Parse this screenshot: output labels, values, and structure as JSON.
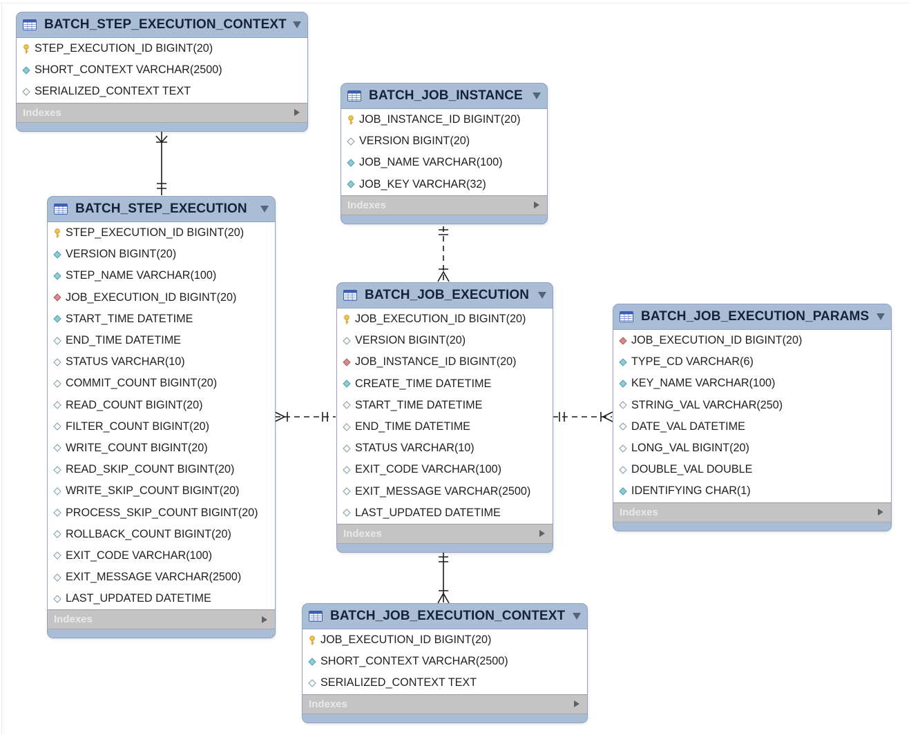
{
  "diagram": {
    "tables": [
      {
        "key": "bsec",
        "name": "BATCH_STEP_EXECUTION_CONTEXT",
        "columns": [
          {
            "label": "STEP_EXECUTION_ID BIGINT(20)",
            "kind": "pk"
          },
          {
            "label": "SHORT_CONTEXT VARCHAR(2500)",
            "kind": "nn"
          },
          {
            "label": "SERIALIZED_CONTEXT TEXT",
            "kind": "col"
          }
        ],
        "indexes_label": "Indexes"
      },
      {
        "key": "bji",
        "name": "BATCH_JOB_INSTANCE",
        "columns": [
          {
            "label": "JOB_INSTANCE_ID BIGINT(20)",
            "kind": "pk"
          },
          {
            "label": "VERSION BIGINT(20)",
            "kind": "col"
          },
          {
            "label": "JOB_NAME VARCHAR(100)",
            "kind": "nn"
          },
          {
            "label": "JOB_KEY VARCHAR(32)",
            "kind": "nn"
          }
        ],
        "indexes_label": "Indexes"
      },
      {
        "key": "bse",
        "name": "BATCH_STEP_EXECUTION",
        "columns": [
          {
            "label": "STEP_EXECUTION_ID BIGINT(20)",
            "kind": "pk"
          },
          {
            "label": "VERSION BIGINT(20)",
            "kind": "nn"
          },
          {
            "label": "STEP_NAME VARCHAR(100)",
            "kind": "nn"
          },
          {
            "label": "JOB_EXECUTION_ID BIGINT(20)",
            "kind": "fk"
          },
          {
            "label": "START_TIME DATETIME",
            "kind": "nn"
          },
          {
            "label": "END_TIME DATETIME",
            "kind": "col"
          },
          {
            "label": "STATUS VARCHAR(10)",
            "kind": "col"
          },
          {
            "label": "COMMIT_COUNT BIGINT(20)",
            "kind": "col"
          },
          {
            "label": "READ_COUNT BIGINT(20)",
            "kind": "col"
          },
          {
            "label": "FILTER_COUNT BIGINT(20)",
            "kind": "col"
          },
          {
            "label": "WRITE_COUNT BIGINT(20)",
            "kind": "col"
          },
          {
            "label": "READ_SKIP_COUNT BIGINT(20)",
            "kind": "col"
          },
          {
            "label": "WRITE_SKIP_COUNT BIGINT(20)",
            "kind": "col"
          },
          {
            "label": "PROCESS_SKIP_COUNT BIGINT(20)",
            "kind": "col"
          },
          {
            "label": "ROLLBACK_COUNT BIGINT(20)",
            "kind": "col"
          },
          {
            "label": "EXIT_CODE VARCHAR(100)",
            "kind": "col"
          },
          {
            "label": "EXIT_MESSAGE VARCHAR(2500)",
            "kind": "col"
          },
          {
            "label": "LAST_UPDATED DATETIME",
            "kind": "col"
          }
        ],
        "indexes_label": "Indexes"
      },
      {
        "key": "bje",
        "name": "BATCH_JOB_EXECUTION",
        "columns": [
          {
            "label": "JOB_EXECUTION_ID BIGINT(20)",
            "kind": "pk"
          },
          {
            "label": "VERSION BIGINT(20)",
            "kind": "col"
          },
          {
            "label": "JOB_INSTANCE_ID BIGINT(20)",
            "kind": "fk"
          },
          {
            "label": "CREATE_TIME DATETIME",
            "kind": "nn"
          },
          {
            "label": "START_TIME DATETIME",
            "kind": "col"
          },
          {
            "label": "END_TIME DATETIME",
            "kind": "col"
          },
          {
            "label": "STATUS VARCHAR(10)",
            "kind": "col"
          },
          {
            "label": "EXIT_CODE VARCHAR(100)",
            "kind": "col"
          },
          {
            "label": "EXIT_MESSAGE VARCHAR(2500)",
            "kind": "col"
          },
          {
            "label": "LAST_UPDATED DATETIME",
            "kind": "col"
          }
        ],
        "indexes_label": "Indexes"
      },
      {
        "key": "bjep",
        "name": "BATCH_JOB_EXECUTION_PARAMS",
        "columns": [
          {
            "label": "JOB_EXECUTION_ID BIGINT(20)",
            "kind": "fk"
          },
          {
            "label": "TYPE_CD VARCHAR(6)",
            "kind": "nn"
          },
          {
            "label": "KEY_NAME VARCHAR(100)",
            "kind": "nn"
          },
          {
            "label": "STRING_VAL VARCHAR(250)",
            "kind": "col"
          },
          {
            "label": "DATE_VAL DATETIME",
            "kind": "col"
          },
          {
            "label": "LONG_VAL BIGINT(20)",
            "kind": "col"
          },
          {
            "label": "DOUBLE_VAL DOUBLE",
            "kind": "col"
          },
          {
            "label": "IDENTIFYING CHAR(1)",
            "kind": "nn"
          }
        ],
        "indexes_label": "Indexes"
      },
      {
        "key": "bjec",
        "name": "BATCH_JOB_EXECUTION_CONTEXT",
        "columns": [
          {
            "label": "JOB_EXECUTION_ID BIGINT(20)",
            "kind": "pk"
          },
          {
            "label": "SHORT_CONTEXT VARCHAR(2500)",
            "kind": "nn"
          },
          {
            "label": "SERIALIZED_CONTEXT TEXT",
            "kind": "col"
          }
        ],
        "indexes_label": "Indexes"
      }
    ],
    "relationships": [
      {
        "from": "BATCH_STEP_EXECUTION",
        "to": "BATCH_STEP_EXECUTION_CONTEXT",
        "style": "solid"
      },
      {
        "from": "BATCH_JOB_INSTANCE",
        "to": "BATCH_JOB_EXECUTION",
        "style": "dashed"
      },
      {
        "from": "BATCH_JOB_EXECUTION",
        "to": "BATCH_STEP_EXECUTION",
        "style": "dashed"
      },
      {
        "from": "BATCH_JOB_EXECUTION",
        "to": "BATCH_JOB_EXECUTION_PARAMS",
        "style": "dashed"
      },
      {
        "from": "BATCH_JOB_EXECUTION",
        "to": "BATCH_JOB_EXECUTION_CONTEXT",
        "style": "solid"
      }
    ],
    "colors": {
      "header": "#a9bdd6",
      "indexes_bar": "#c4c4c4",
      "pk_key": "#f2c14e",
      "fk_diamond": "#d98a8a",
      "not_null_diamond": "#8ccbd8",
      "column_diamond": "#ffffff",
      "line": "#1a1a1a"
    }
  }
}
